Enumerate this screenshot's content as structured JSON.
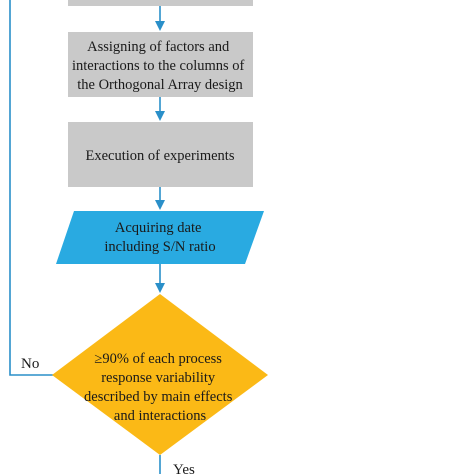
{
  "steps": {
    "assign": {
      "lines": [
        "Assigning of factors and",
        "interactions to the columns of",
        "the Orthogonal Array design"
      ]
    },
    "execute": {
      "lines": [
        "Execution of experiments"
      ]
    },
    "acquire": {
      "lines": [
        "Acquiring date",
        "including S/N ratio"
      ]
    },
    "decision": {
      "lines": [
        "≥90% of each process",
        "response variability",
        "described by main effects",
        "and interactions"
      ]
    }
  },
  "labels": {
    "no": "No",
    "yes": "Yes"
  },
  "colors": {
    "process_fill": "#c9c9c9",
    "io_fill": "#29aae1",
    "decision_fill": "#fbb916",
    "connector": "#2a8fc9",
    "text": "#1a1a1a"
  }
}
